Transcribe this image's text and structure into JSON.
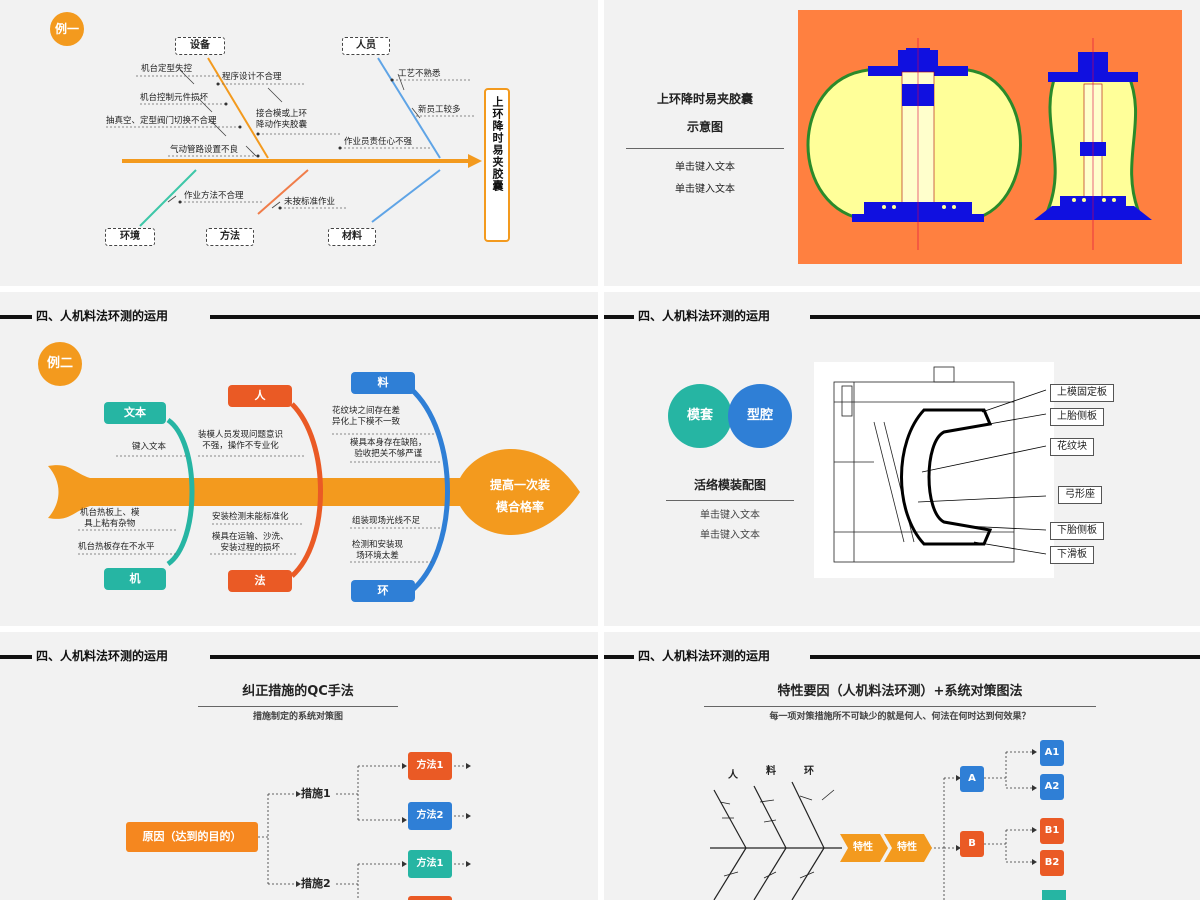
{
  "section_title": "四、人机料法环测的运用",
  "colors": {
    "orange": "#f39a1e",
    "teal": "#26b5a3",
    "blue": "#2f7fd6",
    "red": "#ea5a25",
    "slide_bg": "#f2f2f2"
  },
  "slide1": {
    "badge": "例一",
    "effect": "上环降时易夹胶囊",
    "categories": {
      "top_left": "设备",
      "top_right": "人员",
      "bottom_left": "环境",
      "bottom_mid": "方法",
      "bottom_right": "材料"
    },
    "causes": {
      "c1": "机台定型失控",
      "c2": "程序设计不合理",
      "c3": "机台控制元件损坏",
      "c4": "抽真空、定型阀门切换不合理",
      "c5": "接合模或上环\n降动作夹胶囊",
      "c6": "气动管路设置不良",
      "c7": "工艺不熟悉",
      "c8": "新员工较多",
      "c9": "作业员责任心不强",
      "c10": "作业方法不合理",
      "c11": "未按标准作业"
    }
  },
  "slide2": {
    "title": "上环降时易夹胶囊",
    "subtitle": "示意图",
    "text1": "单击键入文本",
    "text2": "单击键入文本"
  },
  "slide3": {
    "badge": "例二",
    "head": "提高一次装\n模合格率",
    "tags": {
      "wenben": "文本",
      "ren": "人",
      "liao": "料",
      "ji": "机",
      "fa": "法",
      "huan": "环"
    },
    "texts": {
      "t1": "键入文本",
      "t2": "机台热板上、模\n具上粘有杂物",
      "t3": "机台热板存在不水平",
      "t4": "装模人员发现问题意识\n不强，操作不专业化",
      "t5": "安装检测未能标准化",
      "t6": "模具在运输、沙洗、\n安装过程的损坏",
      "t7": "花纹块之间存在差\n异化上下模不一致",
      "t8": "模具本身存在缺陷，\n验收把关不够严谨",
      "t9": "组装现场光线不足",
      "t10": "检测和安装现\n场环境太差"
    }
  },
  "slide4": {
    "circle1": "模套",
    "circle2": "型腔",
    "title": "活络模装配图",
    "text1": "单击键入文本",
    "text2": "单击键入文本",
    "labels": [
      "上模固定板",
      "上胎侧板",
      "花纹块",
      "弓形座",
      "下胎侧板",
      "下滑板"
    ]
  },
  "slide5": {
    "title": "纠正措施的QC手法",
    "subtitle": "措施制定的系统对策图",
    "root": "原因（达到的目的）",
    "m1": "措施1",
    "m2": "措施2",
    "f1": "方法1",
    "f2": "方法2",
    "f3": "方法1"
  },
  "slide6": {
    "title": "特性要因（人机料法环测）+系统对策图法",
    "subtitle": "每一项对策措施所不可缺少的就是何人、何法在何时达到何效果？",
    "cats": [
      "人",
      "料",
      "环"
    ],
    "t1": "特性",
    "t2": "特性",
    "a": "A",
    "b": "B",
    "a1": "A1",
    "a2": "A2",
    "b1": "B1",
    "b2": "B2"
  }
}
